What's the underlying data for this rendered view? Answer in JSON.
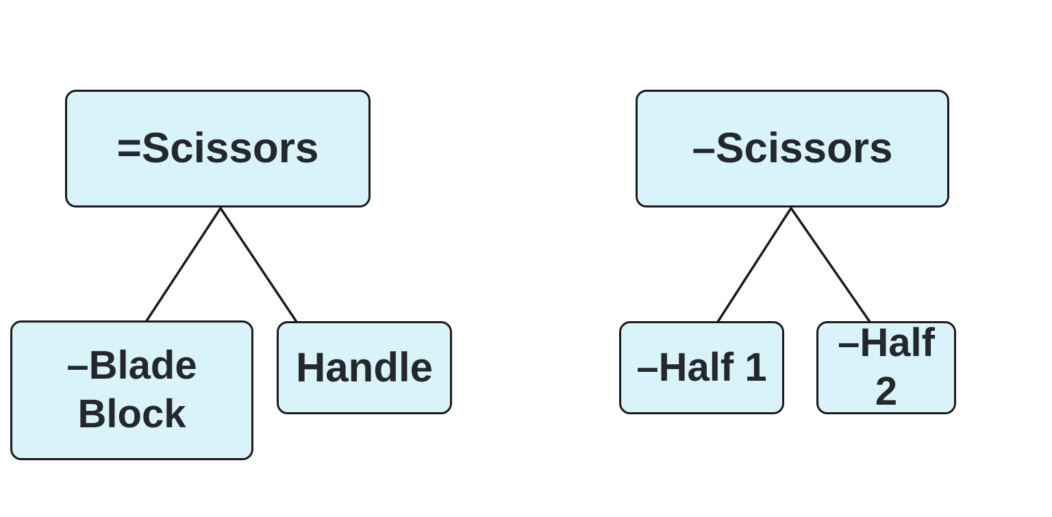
{
  "colors": {
    "background": "#ffffff",
    "node_fill": "#d9f3fb",
    "node_border": "#1a1a1a",
    "node_text": "#24272b",
    "connector": "#1a1a1a"
  },
  "diagram": {
    "type": "tree",
    "trees": [
      {
        "name": "scissors-equal-tree",
        "root": {
          "label": "=Scissors"
        },
        "children": [
          {
            "label": "–Blade\nBlock"
          },
          {
            "label": "Handle"
          }
        ]
      },
      {
        "name": "scissors-minus-tree",
        "root": {
          "label": "–Scissors"
        },
        "children": [
          {
            "label": "–Half 1"
          },
          {
            "label": "–Half 2"
          }
        ]
      }
    ]
  }
}
